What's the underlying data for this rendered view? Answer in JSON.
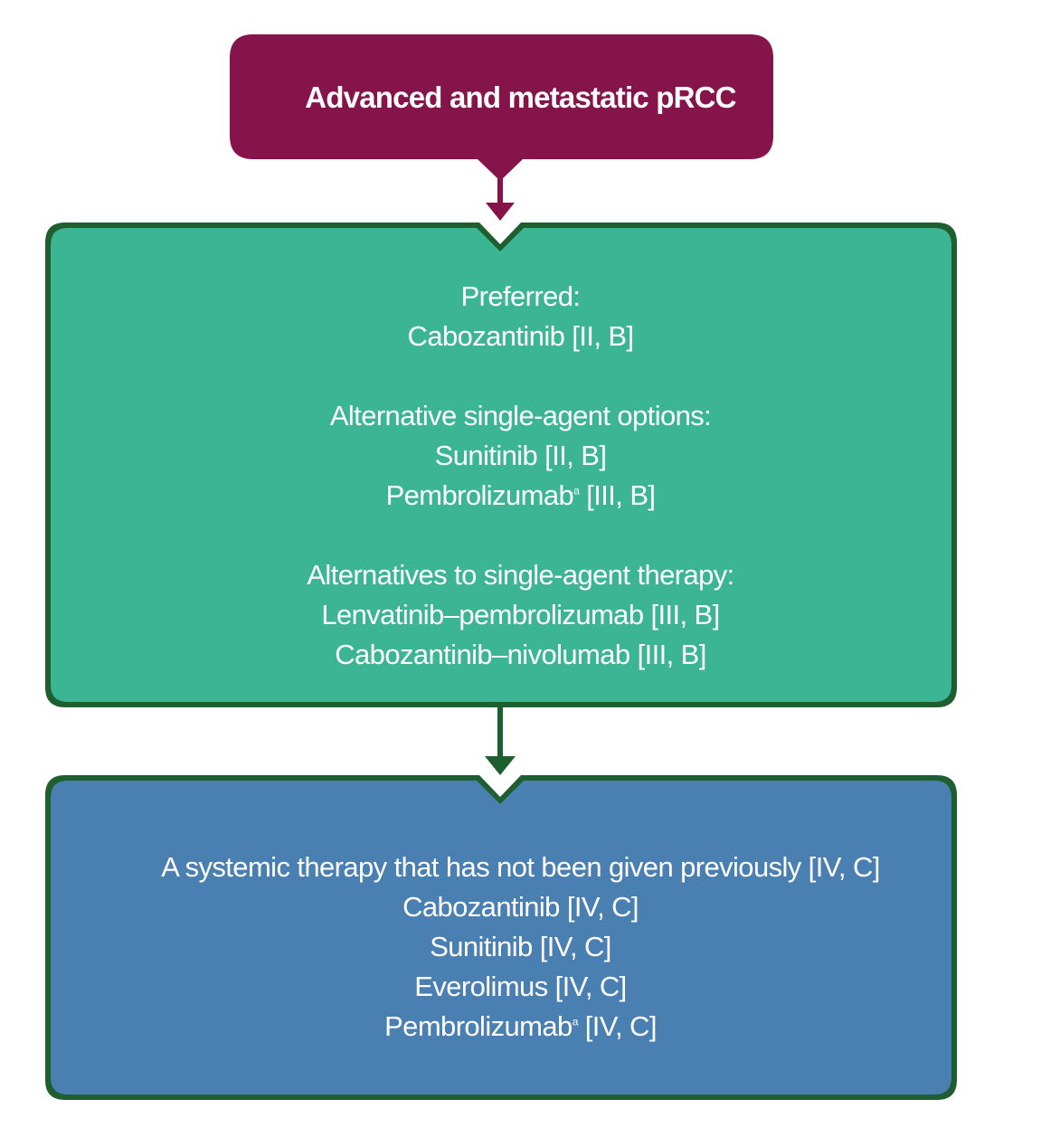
{
  "colors": {
    "top_box": "#85144a",
    "green_box": "#3bb594",
    "green_border": "#1f5e2e",
    "blue_box": "#4a7fb2",
    "blue_border": "#1f5e2e",
    "arrow_top": "#85144a",
    "arrow_mid": "#1f5e2e"
  },
  "top_box": {
    "title": "Advanced and metastatic pRCC"
  },
  "green_box": {
    "preferred_heading": "Preferred:",
    "preferred_item": "Cabozantinib [II, B]",
    "single_agent_heading": "Alternative single-agent options:",
    "single_agent_item_1": "Sunitinib [II, B]",
    "single_agent_item_2_name": "Pembrolizumab",
    "single_agent_item_2_note": "a",
    "single_agent_item_2_level": " [III, B]",
    "combo_heading": "Alternatives to single-agent therapy:",
    "combo_item_1": "Lenvatinib–pembrolizumab [III, B]",
    "combo_item_2": "Cabozantinib–nivolumab [III, B]"
  },
  "blue_box": {
    "line_1": "A systemic therapy that has not been given previously [IV, C]",
    "line_2": "Cabozantinib [IV, C]",
    "line_3": "Sunitinib [IV, C]",
    "line_4": "Everolimus [IV, C]",
    "line_5_name": "Pembrolizumab",
    "line_5_note": "a",
    "line_5_level": " [IV, C]"
  }
}
